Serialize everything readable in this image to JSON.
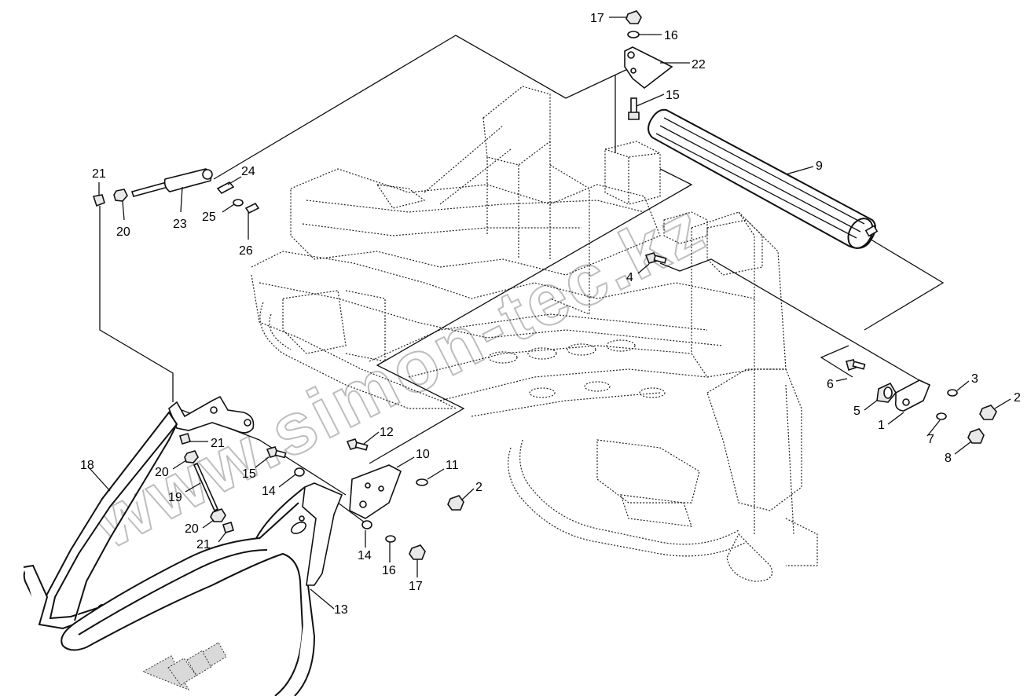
{
  "corner_mark": "",
  "watermark": "www.simon-tec.kz",
  "callouts": {
    "c1": "1",
    "c2a": "2",
    "c2b": "2",
    "c3": "3",
    "c4": "4",
    "c5": "5",
    "c6": "6",
    "c7": "7",
    "c8": "8",
    "c9": "9",
    "c10": "10",
    "c11": "11",
    "c12": "12",
    "c13": "13",
    "c14a": "14",
    "c14b": "14",
    "c15a": "15",
    "c15b": "15",
    "c16a": "16",
    "c16b": "16",
    "c17a": "17",
    "c17b": "17",
    "c18": "18",
    "c19": "19",
    "c20a": "20",
    "c20b": "20",
    "c20c": "20",
    "c21a": "21",
    "c21b": "21",
    "c21c": "21",
    "c22": "22",
    "c23": "23",
    "c24": "24",
    "c25": "25",
    "c26": "26"
  }
}
